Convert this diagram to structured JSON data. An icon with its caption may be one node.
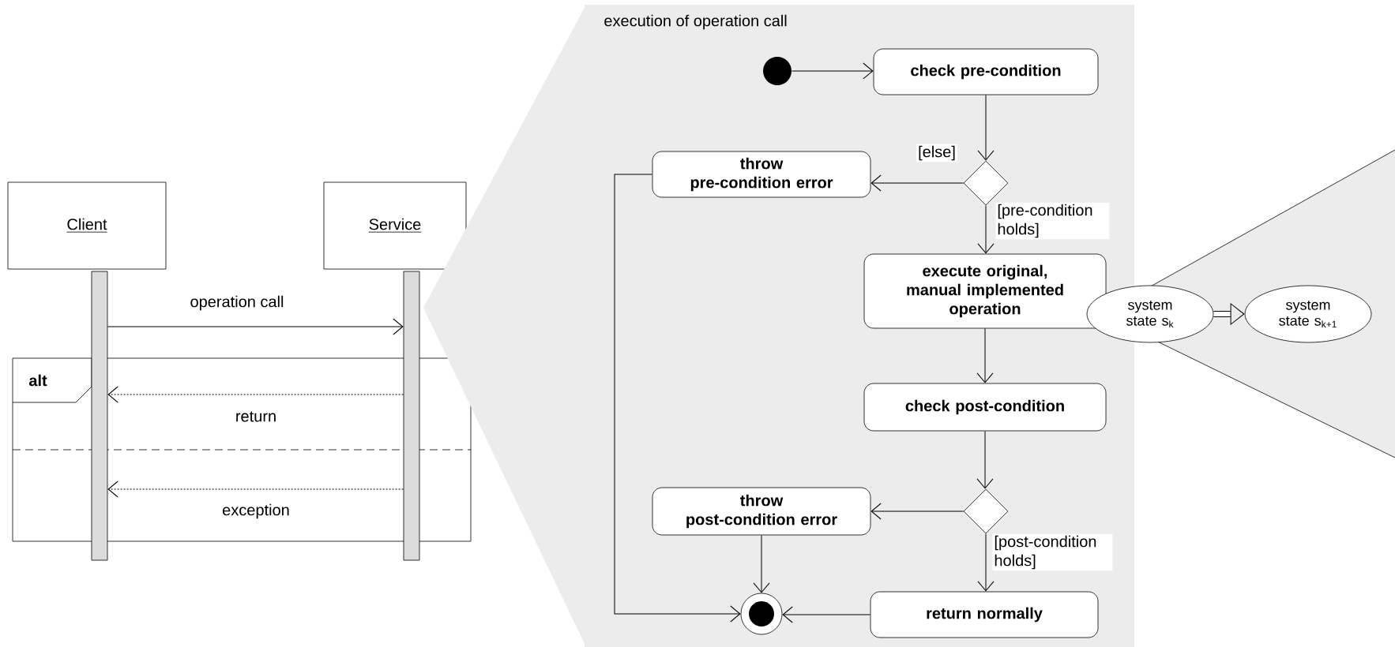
{
  "diagram": {
    "nodes": [
      {
        "text": [
          "Client"
        ]
      },
      {
        "text": [
          "Service"
        ]
      },
      {
        "text": [],
        "shape": "bar"
      },
      {
        "text": [],
        "shape": "bar"
      },
      {
        "text": [
          "execution of operation call"
        ]
      },
      {
        "text": [],
        "shape": "circle",
        "in": 4
      },
      {
        "text": [
          "check pre-condition"
        ],
        "in": 4
      },
      {
        "text": [],
        "shape": "diamond",
        "in": 4
      },
      {
        "text": [
          "throw pre-condition error"
        ],
        "in": 4
      },
      {
        "text": [
          "execute original, manual implemented operation"
        ],
        "in": 4
      },
      {
        "text": [
          "check post-condition"
        ],
        "in": 4
      },
      {
        "text": [],
        "shape": "diamond",
        "in": 4
      },
      {
        "text": [
          "throw post-condition error"
        ],
        "in": 4
      },
      {
        "text": [
          "return normally"
        ],
        "in": 4
      },
      {
        "text": [],
        "shape": "circle",
        "in": 4
      },
      {
        "text": [
          "system state s$_{k}$"
        ]
      },
      {
        "text": [
          "system state s$_{k+1}$"
        ]
      }
    ],
    "edges": [
      {
        "from": 2,
        "to": 3,
        "arrow": "to",
        "label": "operation call"
      },
      {
        "from": 3,
        "to": 2,
        "arrow": "to",
        "label": "return",
        "style": "dashed"
      },
      {
        "from": 3,
        "to": 2,
        "arrow": "to",
        "label": "exception",
        "style": "dashed"
      },
      {
        "from": 5,
        "to": 6,
        "arrow": "to"
      },
      {
        "from": 6,
        "to": 7,
        "arrow": "to"
      },
      {
        "from": 7,
        "to": 8,
        "arrow": "to",
        "label": "[else]"
      },
      {
        "from": 7,
        "to": 9,
        "arrow": "to",
        "label": "[pre-condition holds]"
      },
      {
        "from": 9,
        "to": 10,
        "arrow": "to"
      },
      {
        "from": 10,
        "to": 11,
        "arrow": "to"
      },
      {
        "from": 11,
        "to": 12,
        "arrow": "to"
      },
      {
        "from": 11,
        "to": 13,
        "arrow": "to",
        "label": "[post-condition holds]"
      },
      {
        "from": 12,
        "to": 14,
        "arrow": "to"
      },
      {
        "from": 13,
        "to": 14,
        "arrow": "to"
      },
      {
        "from": 8,
        "to": 14,
        "arrow": "to"
      },
      {
        "from": 15,
        "to": 16,
        "arrow": "to",
        "style": "thick"
      }
    ],
    "labels": [
      "alt"
    ]
  }
}
